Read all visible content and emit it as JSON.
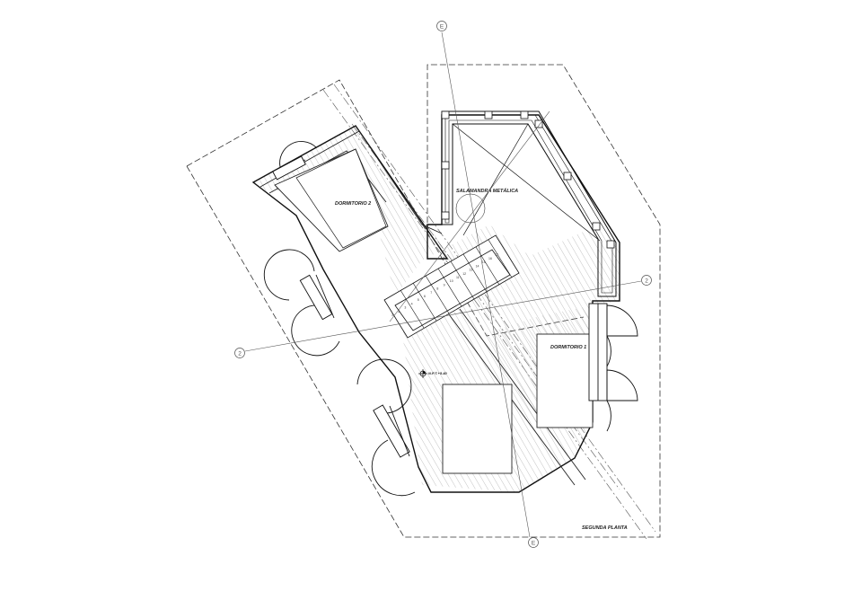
{
  "drawing": {
    "labels": {
      "room_1": "DORMITORIO 1",
      "room_2": "DORMITORIO 2",
      "stair": "SALAMANDRA METÁLICA",
      "level": "N.P.T.+5.40",
      "sheet_title": "SEGUNDA PLANTA"
    },
    "axes": {
      "axis_e_top": "E",
      "axis_e_bottom": "E",
      "axis_2_left": "2",
      "axis_2_right": "2"
    },
    "stair_steps": [
      "1",
      "2",
      "3",
      "4",
      "5",
      "6",
      "7",
      "8",
      "9",
      "10",
      "11",
      "12",
      "13",
      "14",
      "15",
      "16",
      "17"
    ]
  }
}
